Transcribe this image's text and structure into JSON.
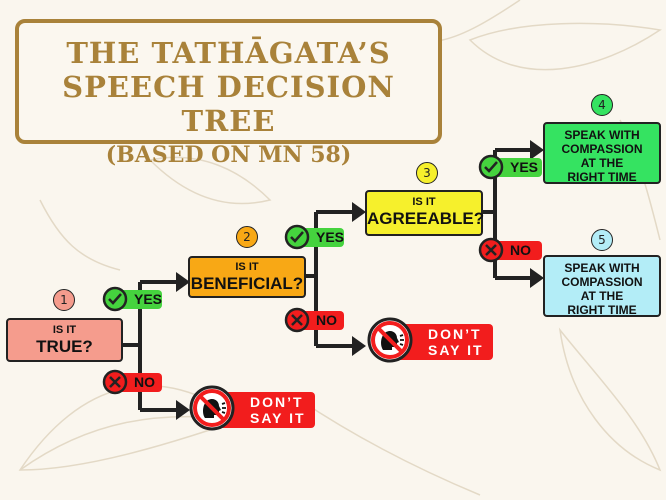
{
  "title": {
    "line1": "THE  TATHĀGATA’S",
    "line2": "SPEECH DECISION TREE",
    "line3": "(BASED ON MN 58)"
  },
  "nodes": {
    "q1": {
      "number": "1",
      "small": "IS IT",
      "big": "TRUE?"
    },
    "q2": {
      "number": "2",
      "small": "IS IT",
      "big": "BENEFICIAL?"
    },
    "q3": {
      "number": "3",
      "small": "IS IT",
      "big": "AGREEABLE?"
    },
    "a4": {
      "number": "4",
      "line1": "SPEAK WITH",
      "line2": "COMPASSION",
      "line3": "AT THE",
      "line4": "RIGHT TIME"
    },
    "a5": {
      "number": "5",
      "line1": "SPEAK WITH",
      "line2": "COMPASSION",
      "line3": "AT THE",
      "line4": "RIGHT TIME"
    }
  },
  "branches": {
    "yes": "YES",
    "no": "NO"
  },
  "dont": {
    "line1": "DON’T",
    "line2": "SAY IT"
  },
  "colors": {
    "gold": "#a9823a",
    "q1": "#f59c8d",
    "q2": "#f8a815",
    "q3": "#f6f02c",
    "a4": "#35e361",
    "a5": "#b3edf7",
    "yes": "#45d33e",
    "no": "#f21d1d"
  }
}
